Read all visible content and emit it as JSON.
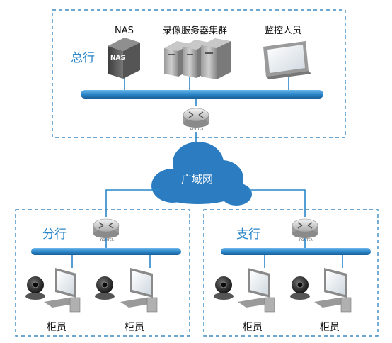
{
  "hq": {
    "title": "总行",
    "nas_label": "NAS",
    "nas_badge": "NAS",
    "servers_label": "录像服务器集群",
    "monitor_label": "监控人员"
  },
  "router_text": "ROUTER",
  "wan_label": "广域网",
  "branch": {
    "title": "分行",
    "teller1": "柜员",
    "teller2": "柜员"
  },
  "sub": {
    "title": "支行",
    "teller1": "柜员",
    "teller2": "柜员"
  },
  "colors": {
    "bus": "#2a86c8",
    "border": "#3d8cc4",
    "title": "#2a86c8",
    "cloud": "#2b7cc0"
  }
}
